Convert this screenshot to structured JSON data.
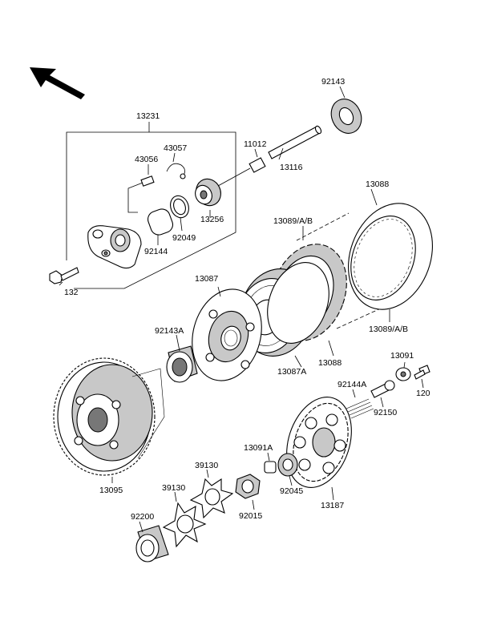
{
  "labels": {
    "p92143": "92143",
    "p13231": "13231",
    "p43057": "43057",
    "p11012": "11012",
    "p43056": "43056",
    "p13116": "13116",
    "p92049": "92049",
    "p13256": "13256",
    "p92144": "92144",
    "p132": "132",
    "p13088_top": "13088",
    "p13089_top": "13089/A/B",
    "p13087": "13087",
    "p13089_right": "13089/A/B",
    "p92143A": "92143A",
    "p13087A": "13087A",
    "p13088_bottom": "13088",
    "p13091": "13091",
    "p92144A": "92144A",
    "p120": "120",
    "p92150": "92150",
    "p13091A": "13091A",
    "p39130_a": "39130",
    "p39130_b": "39130",
    "p92045": "92045",
    "p13095": "13095",
    "p13187": "13187",
    "p92200": "92200",
    "p92015": "92015"
  },
  "colors": {
    "line": "#000000",
    "background": "#ffffff",
    "shade": "#c8c8c8",
    "dark": "#777777"
  },
  "icons": {
    "direction": "front-direction-arrow-icon"
  }
}
